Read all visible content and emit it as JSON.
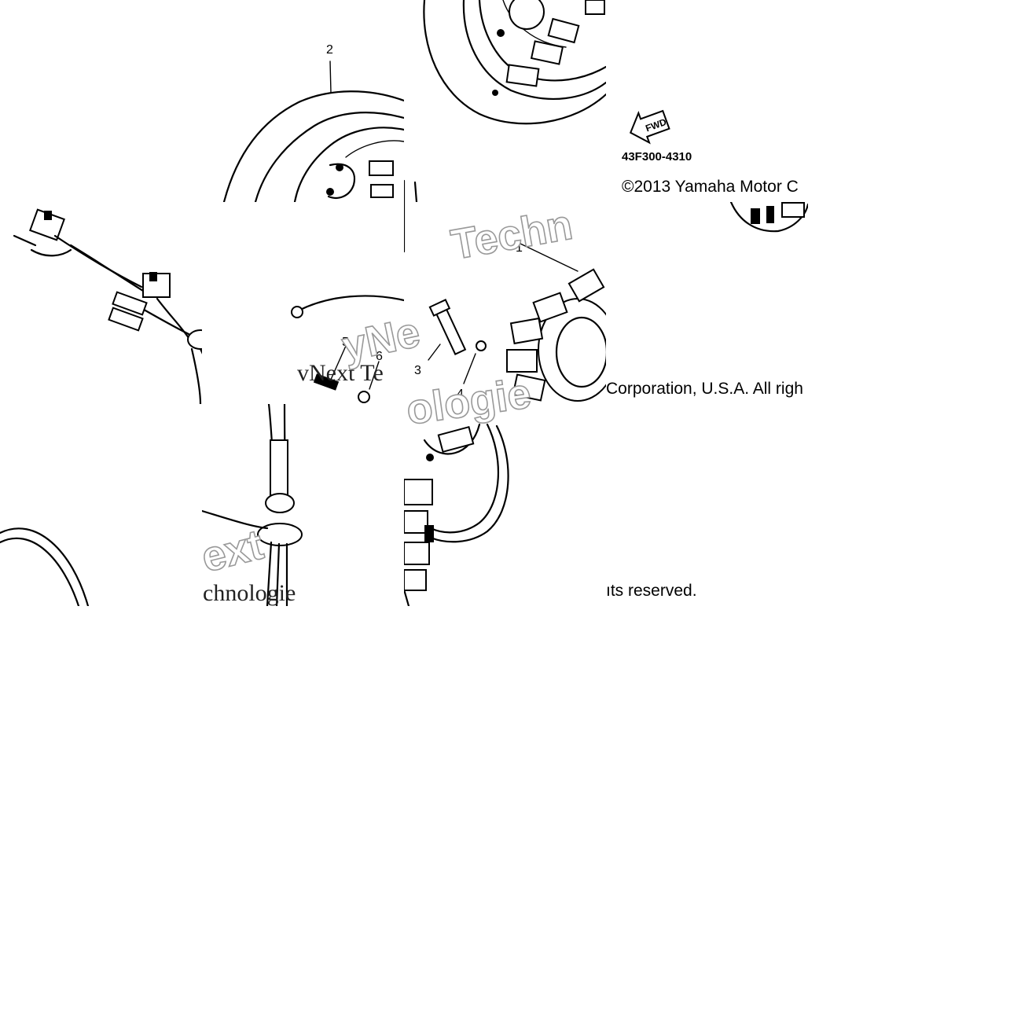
{
  "diagram": {
    "callouts": {
      "c1": "1",
      "c2": "2",
      "c3": "3",
      "c4": "4",
      "c5": "5",
      "c6": "6"
    },
    "fwd_label": "FWD",
    "part_code": "43F300-4310",
    "copyright": {
      "line1": "©2013 Yamaha Motor C",
      "line2": "Corporation, U.S.A. All righ",
      "line3": "ıts reserved."
    },
    "watermark": {
      "w1": "Techn",
      "w2": "vNext Te",
      "w3": "yNe",
      "w4": "ext",
      "w5": "chnologie",
      "w6": "ologie"
    }
  }
}
